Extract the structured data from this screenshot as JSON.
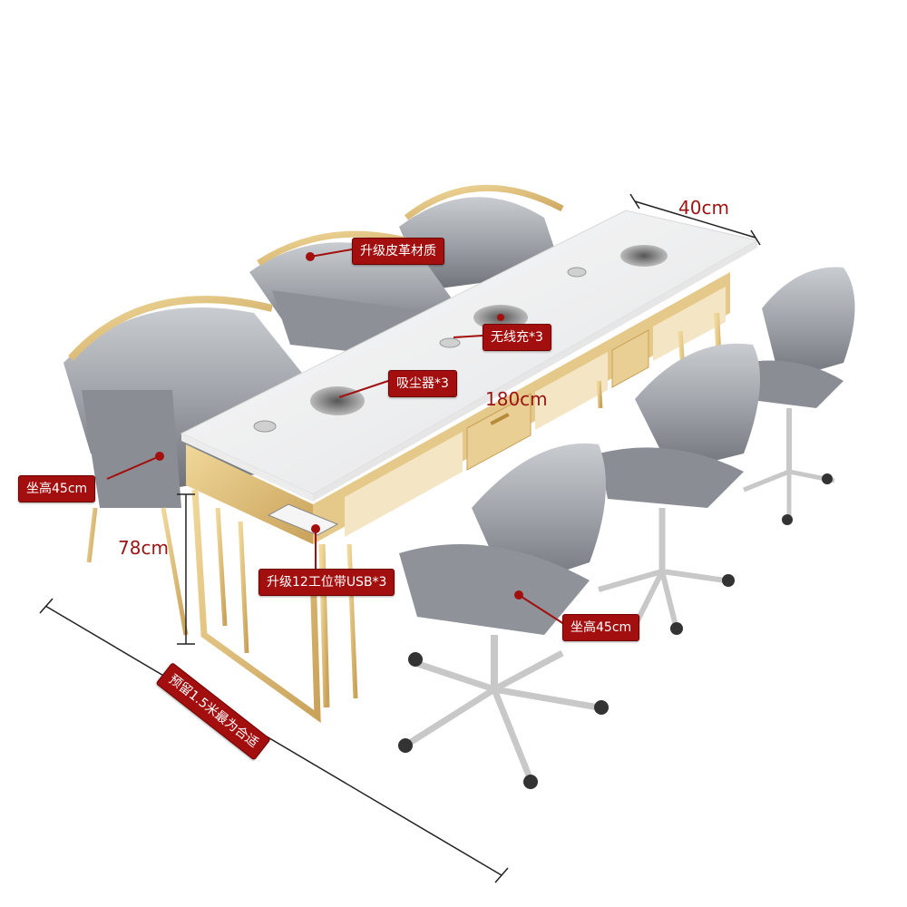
{
  "dimensions": {
    "depth": "40cm",
    "length": "180cm",
    "height": "78cm"
  },
  "callouts": {
    "leather": "升级皮革材质",
    "wireless_charge": "无线充*3",
    "vacuum": "吸尘器*3",
    "seat_height_left": "坐高45cm",
    "power_strip": "升级12工位带USB*3",
    "seat_height_right": "坐高45cm",
    "clearance": "预留1.5米最为合适"
  },
  "colors": {
    "callout_bg": "#a30f0f",
    "dimension_text": "#9b1313",
    "gold_frame": "#d8b56a",
    "leather_grey": "#9a9ea4",
    "marble_top": "#f1f1f1"
  }
}
